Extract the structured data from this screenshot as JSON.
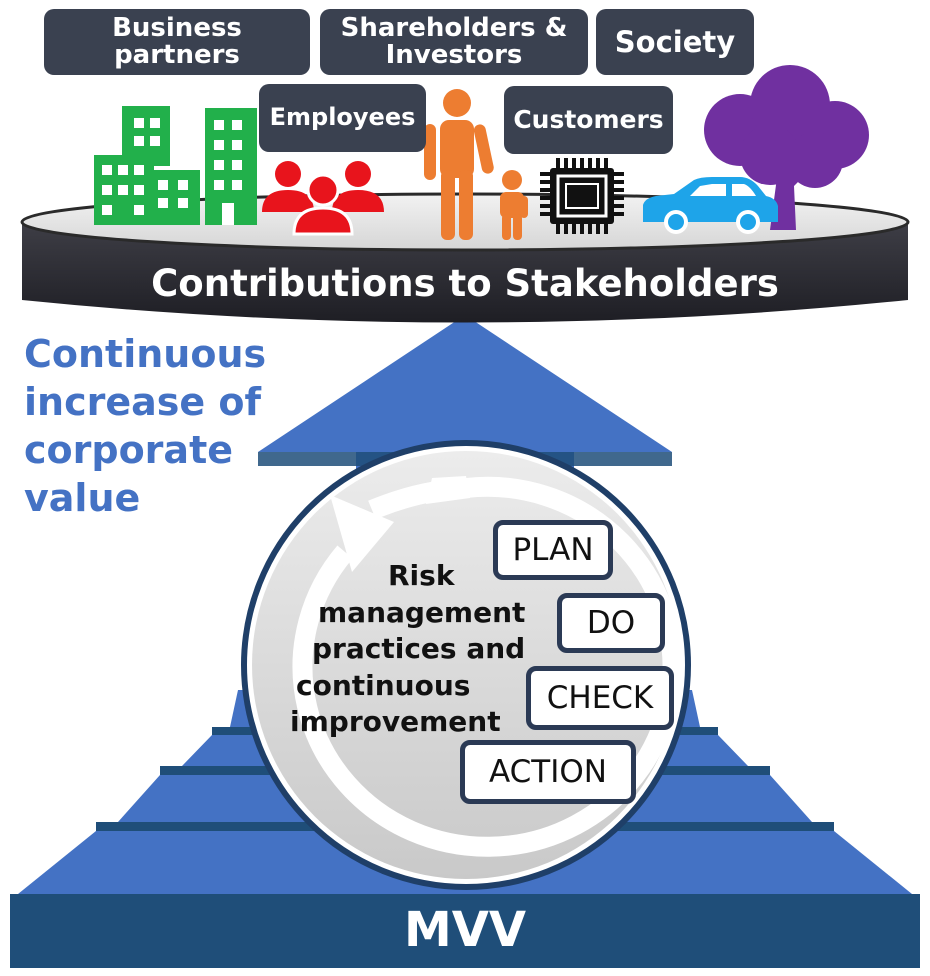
{
  "stakeholders": {
    "business_partners": [
      "Business",
      "partners"
    ],
    "shareholders_investors": [
      "Shareholders &",
      "Investors"
    ],
    "society": "Society",
    "employees": "Employees",
    "customers": "Customers"
  },
  "platform_label": "Contributions to Stakeholders",
  "side_text": [
    "Continuous",
    "increase of",
    "corporate",
    "value"
  ],
  "risk_text": [
    "Risk",
    "management",
    "practices and",
    "continuous",
    "improvement"
  ],
  "pdca": {
    "plan": "PLAN",
    "do": "DO",
    "check": "CHECK",
    "action": "ACTION"
  },
  "foundation_label": "MVV",
  "icons": [
    "buildings-icon",
    "people-group-icon",
    "parent-child-icon",
    "chip-icon",
    "car-icon",
    "tree-icon",
    "cycle-arrow-icon"
  ],
  "colors": {
    "tag_bg": "#3a4150",
    "arrow_blue": "#4472c4",
    "arrow_dark": "#1f4e79",
    "buildings": "#22b04b",
    "employees": "#e8141c",
    "family": "#ed7d31",
    "car": "#1ea4e9",
    "tree": "#7030a0",
    "side_text": "#4472c4"
  }
}
